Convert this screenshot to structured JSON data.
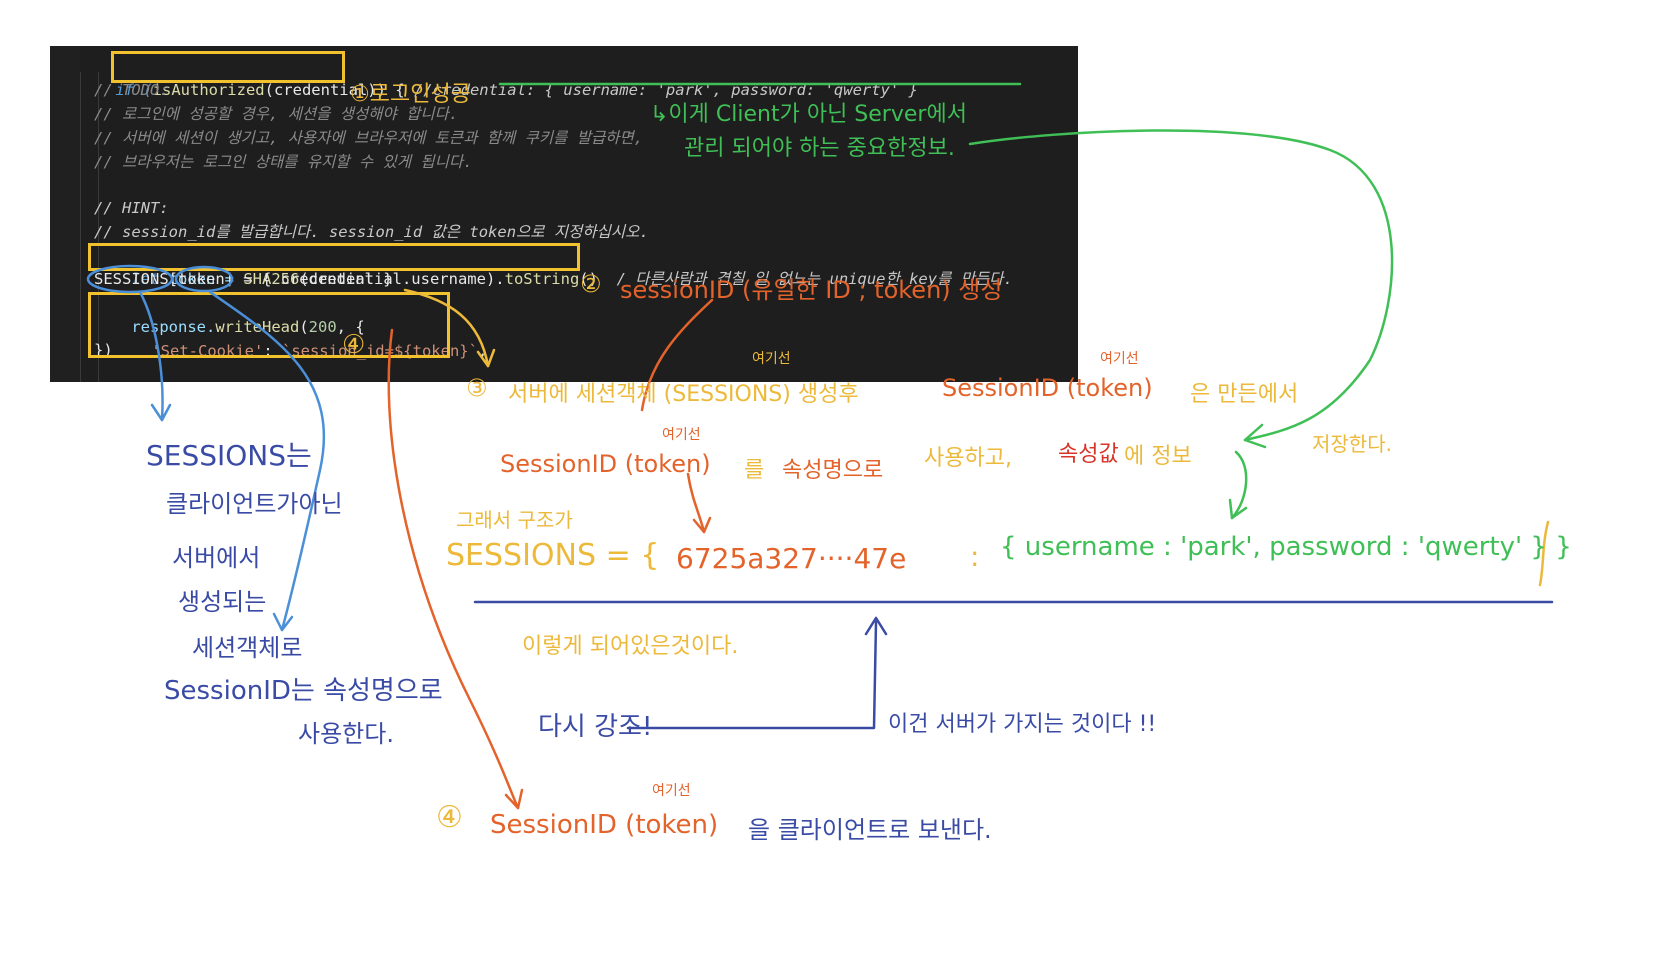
{
  "code": {
    "l1_kw": "if (",
    "l1_fn": "isAuthorized",
    "l1_arg": "(credential)) {",
    "l1_cm": "//credential: { username: 'park', password: 'qwerty' }",
    "l2": "// TODO:",
    "l3": "// 로그인에 성공할 경우, 세션을 생성해야 합니다.",
    "l4": "// 서버에 세션이 생기고, 사용자에 브라우저에 토큰과 함께 쿠키를 발급하면,",
    "l5": "// 브라우저는 로그인 상태를 유지할 수 있게 됩니다.",
    "l7": "// HINT:",
    "l8": "// session_id를 발급합니다. session_id 값은 token으로 지정하십시오.",
    "l9_let": "let",
    "l9_token": " token = ",
    "l9_fn": "SHA256",
    "l9_arg": "(credential.username).",
    "l9_fn2": "toString",
    "l9_end": "()",
    "l9_cm": "/ 다른사람과 겹칠 일 없느는 unique한 key를 만든다.",
    "l10_a": "SESSIONS[token] = { credential }",
    "l11_a": "response.",
    "l11_fn": "writeHead",
    "l11_b": "(",
    "l11_num": "200",
    "l11_c": ", {",
    "l12_str": "'Set-Cookie'",
    "l12_b": ": ",
    "l12_tpl": "`session_id=${token}`",
    "l12_c": ",",
    "l13": "})"
  },
  "notes": {
    "n1": "①로그인성공",
    "n_green1": "↳이게 Client가 아닌 Server에서",
    "n_green2": "관리 되어야 하는 중요한정보.",
    "n2_num": "②",
    "n2_text": "sessionID (유일한 ID ; token) 생성",
    "n_yeogiseo_a": "여기선",
    "n3_num": "③",
    "n3_text": "서버에 세션객체 (SESSIONS) 생성후",
    "n3_sid": "SessionID (",
    "n3_token": "token",
    "n3_close": ")",
    "n3_tail": "은 만든에서",
    "n_yeogiseo_b": "여기선",
    "n4_sid": "SessionID (",
    "n4_token": "token",
    "n4_close": ")",
    "n4_a": "를",
    "n4_b": "속성명으로",
    "n4_c": "사용하고,",
    "n4_d": "속성값",
    "n4_e": "에 정보",
    "n4_f": "저장한다.",
    "n_yeogiseo_c": "여기선",
    "n5_a": "그래서 구조가",
    "n5_b": "SESSIONS = {",
    "n5_key": "6725a327····47e",
    "n5_colon": ":",
    "n5_val": "{ username : 'park', password : 'qwerty' } }",
    "n6": "이렇게 되어있은것이다.",
    "n7": "다시 강조!",
    "n8": "이건 서버가 가지는 것이다 !!",
    "blue1": "SESSIONS는",
    "blue2": "클라이언트가아닌",
    "blue3": "서버에서",
    "blue4": "생성되는",
    "blue5": "세션객체로",
    "blue6": "SessionID는 속성명으로",
    "blue7": "사용한다.",
    "n9_num": "④",
    "n9_sid": "SessionID (",
    "n9_token": "token",
    "n9_close": ")",
    "n9_tail": "을 클라이언트로 보낸다.",
    "n_yeogiseo_d": "여기선",
    "n_circle4": "④"
  },
  "colors": {
    "editor_bg": "#1e1e1e",
    "highlight_box": "#f2c12e",
    "orange": "#e3632b",
    "yellow": "#ecb93a",
    "green": "#3fbf56",
    "blue": "#3a4ba5",
    "red": "#d8342a"
  }
}
